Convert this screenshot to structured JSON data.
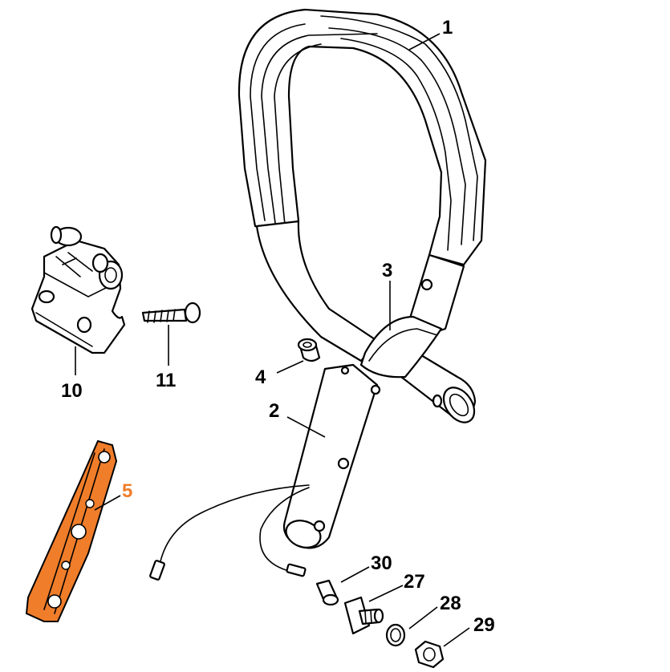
{
  "diagram": {
    "line_color": "#000000",
    "highlight_color": "#f07d2a",
    "highlighted_part": "5",
    "callouts": {
      "p1": "1",
      "p2": "2",
      "p3": "3",
      "p4": "4",
      "p5": "5",
      "p10": "10",
      "p11": "11",
      "p27": "27",
      "p28": "28",
      "p29": "29",
      "p30": "30"
    }
  }
}
